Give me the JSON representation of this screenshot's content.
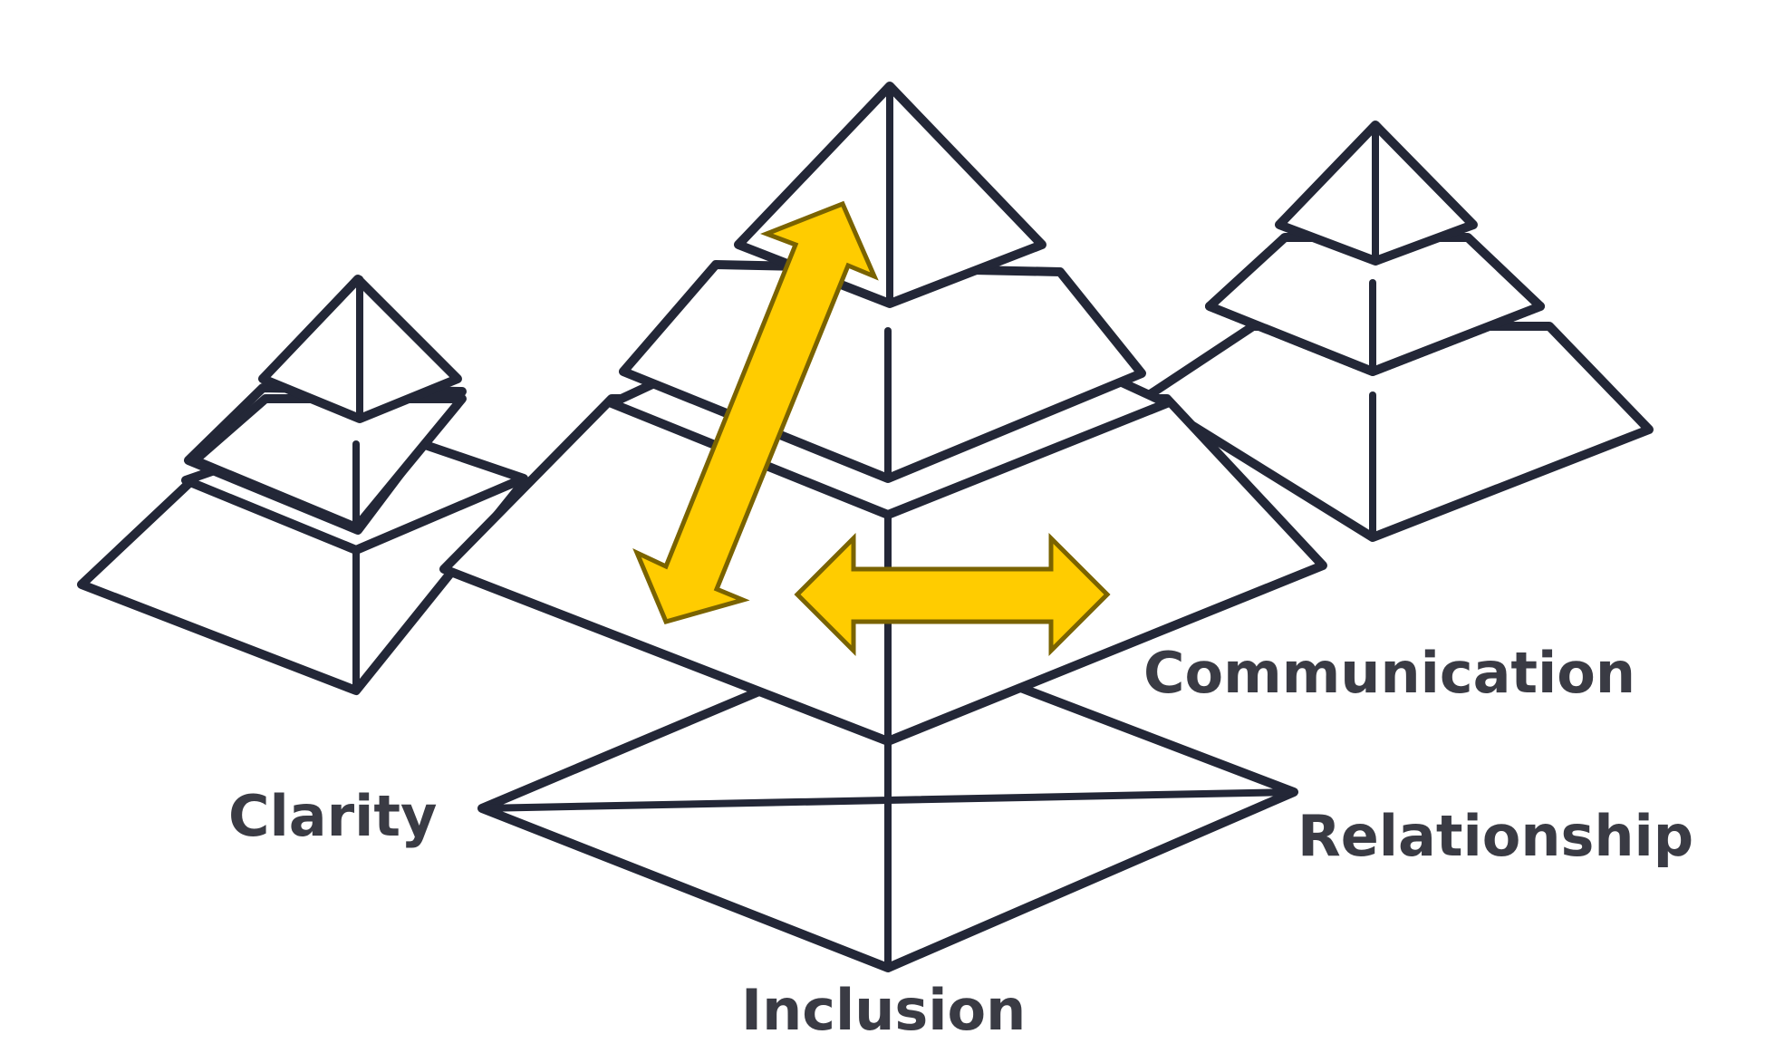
{
  "labels": {
    "communication": "Communication",
    "clarity": "Clarity",
    "relationship": "Relationship",
    "inclusion": "Inclusion"
  },
  "colors": {
    "outline": "#232737",
    "arrow_fill": "#FFCC00",
    "arrow_stroke": "#7A6300",
    "label_text": "#3a3b44",
    "shape_fill": "#ffffff"
  },
  "icons": {
    "vertical_arrow": "double-arrow-icon",
    "horizontal_arrow": "double-arrow-icon"
  }
}
